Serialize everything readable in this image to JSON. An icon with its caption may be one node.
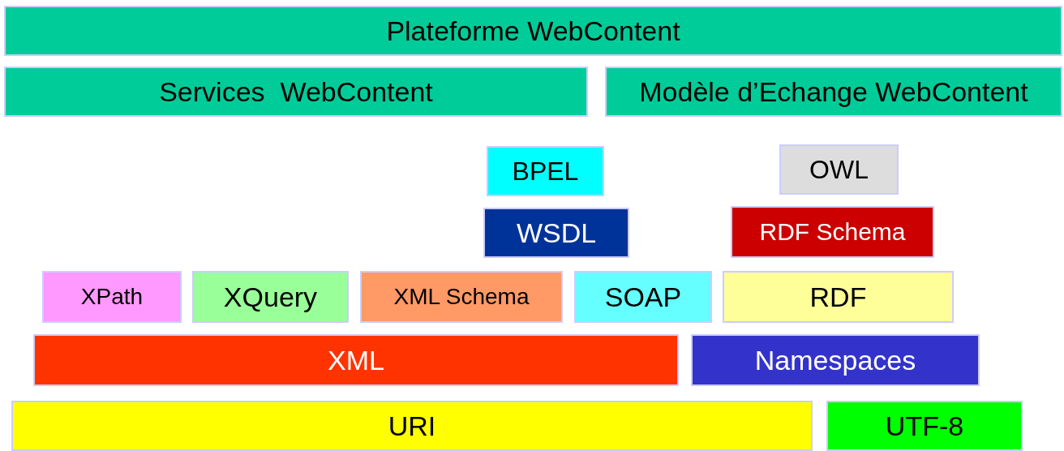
{
  "diagram": {
    "nodes": [
      {
        "text": [
          "Plateforme WebContent"
        ]
      },
      {
        "text": [
          "Services  WebContent"
        ]
      },
      {
        "text": [
          "Modèle d’Echange WebContent"
        ]
      },
      {
        "text": [
          "BPEL"
        ]
      },
      {
        "text": [
          "OWL"
        ]
      },
      {
        "text": [
          "WSDL"
        ]
      },
      {
        "text": [
          "RDF Schema"
        ]
      },
      {
        "text": [
          "XPath"
        ]
      },
      {
        "text": [
          "XQuery"
        ]
      },
      {
        "text": [
          "XML Schema"
        ]
      },
      {
        "text": [
          "SOAP"
        ]
      },
      {
        "text": [
          "RDF"
        ]
      },
      {
        "text": [
          "XML"
        ]
      },
      {
        "text": [
          "Namespaces"
        ]
      },
      {
        "text": [
          "URI"
        ]
      },
      {
        "text": [
          "UTF-8"
        ]
      }
    ]
  }
}
